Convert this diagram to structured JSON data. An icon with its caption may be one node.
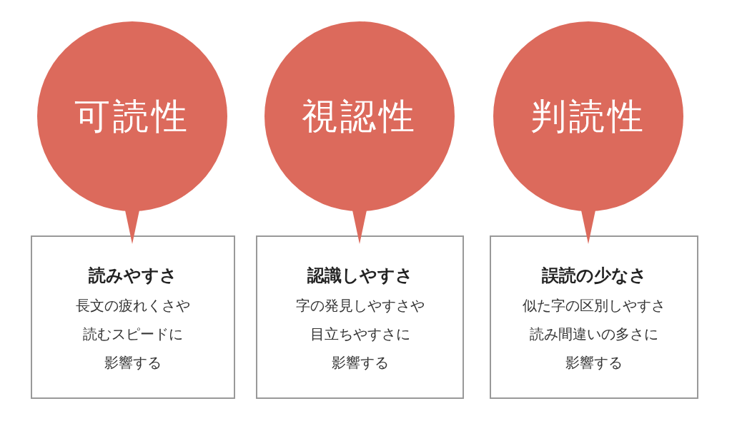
{
  "diagram": {
    "nodes": [
      {
        "text": [
          "可読性"
        ]
      },
      {
        "text": [
          "視認性"
        ]
      },
      {
        "text": [
          "判読性"
        ]
      },
      {
        "text": [
          "読みやすさ",
          "長文の疲れくさや読むスピードに影響する"
        ]
      },
      {
        "text": [
          "認識しやすさ",
          "字の発見しやすさや目立ちやすさに影響する"
        ]
      },
      {
        "text": [
          "誤読の少なさ",
          "似た字の区別しやすさ読み間違いの多さに影響する"
        ]
      }
    ],
    "edges": [
      {
        "from": 0,
        "to": 3,
        "arrow": "to"
      },
      {
        "from": 1,
        "to": 4,
        "arrow": "to"
      },
      {
        "from": 2,
        "to": 5,
        "arrow": "to"
      }
    ]
  }
}
